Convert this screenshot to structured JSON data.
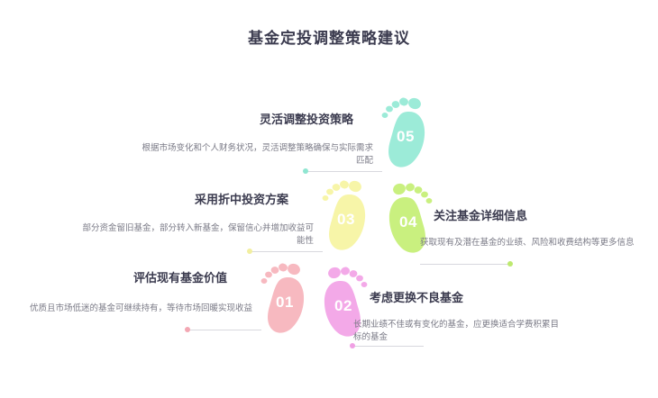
{
  "title": "基金定投调整策略建议",
  "items": [
    {
      "number": "01",
      "heading": "评估现有基金价值",
      "body": "优质且市场低迷的基金可继续持有，等待市场回暖实现收益",
      "color": "#f7b9c0",
      "dot_color": "#f3a7b3"
    },
    {
      "number": "02",
      "heading": "考虑更换不良基金",
      "body": "长期业绩不佳或有变化的基金，应更换适合学费积累目标的基金",
      "color": "#f3a9e8",
      "dot_color": "#f0a0e4"
    },
    {
      "number": "03",
      "heading": "采用折中投资方案",
      "body": "部分资金留旧基金，部分转入新基金，保留信心并增加收益可能性",
      "color": "#f7f5a8",
      "dot_color": "#f2efa0"
    },
    {
      "number": "04",
      "heading": "关注基金详细信息",
      "body": "获取现有及潜在基金的业绩、风险和收费结构等更多信息",
      "color": "#c9f07f",
      "dot_color": "#bde96f"
    },
    {
      "number": "05",
      "heading": "灵活调整投资策略",
      "body": "根据市场变化和个人财务状况，灵活调整策略确保与实际需求匹配",
      "color": "#9cebd8",
      "dot_color": "#8fe6d1"
    }
  ]
}
